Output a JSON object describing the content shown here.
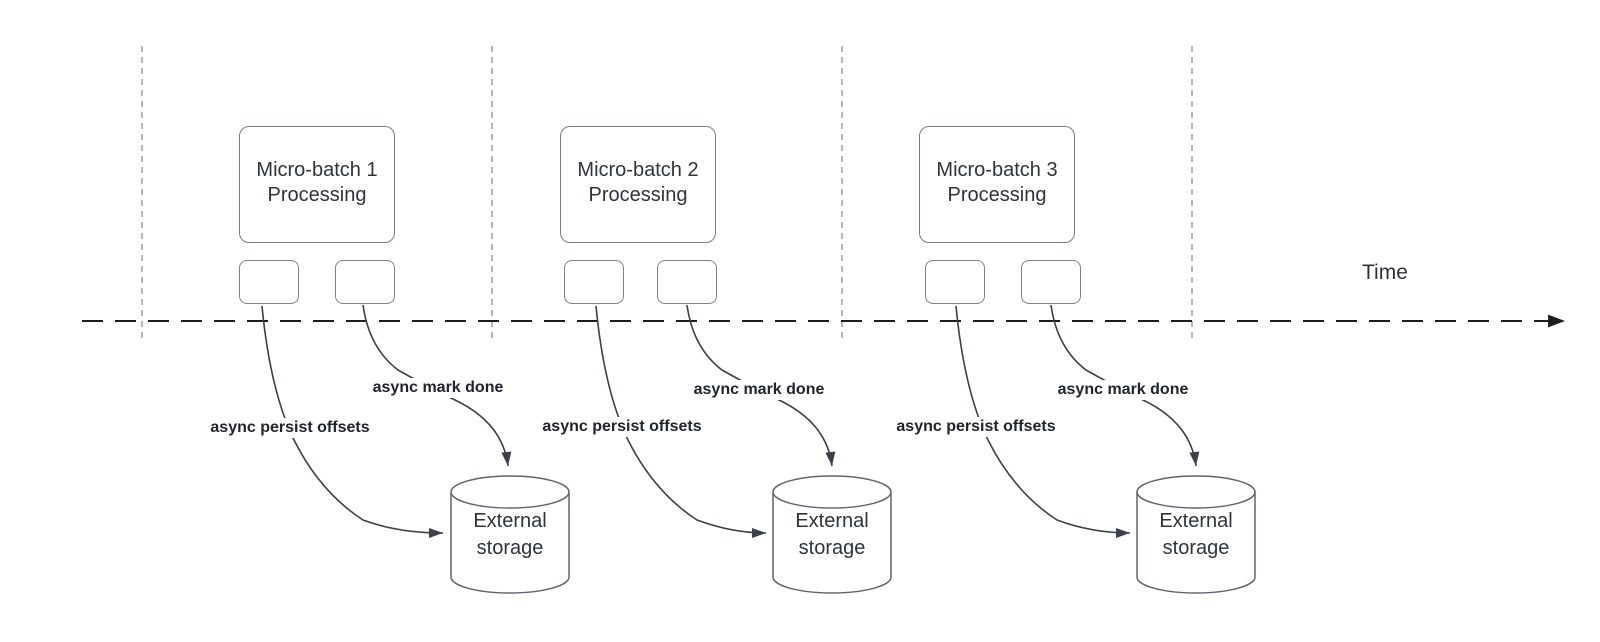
{
  "diagram": {
    "title_context": "micro-batch streaming with async offset persistence",
    "axis": {
      "label": "Time"
    },
    "groups": [
      {
        "box_line1": "Micro-batch 1",
        "box_line2": "Processing",
        "persist_label": "async persist offsets",
        "markdone_label": "async mark done",
        "storage_line1": "External",
        "storage_line2": "storage"
      },
      {
        "box_line1": "Micro-batch 2",
        "box_line2": "Processing",
        "persist_label": "async persist offsets",
        "markdone_label": "async mark done",
        "storage_line1": "External",
        "storage_line2": "storage"
      },
      {
        "box_line1": "Micro-batch 3",
        "box_line2": "Processing",
        "persist_label": "async persist offsets",
        "markdone_label": "async mark done",
        "storage_line1": "External",
        "storage_line2": "storage"
      }
    ],
    "colors": {
      "background": "#ffffff",
      "shape_stroke": "#767d88",
      "connector_stroke": "#3b4049",
      "axis_stroke": "#1c1c1c",
      "guide_dash": "#a9a9a9",
      "text": "#2e333d",
      "bold_label_text": "#20242c"
    }
  }
}
